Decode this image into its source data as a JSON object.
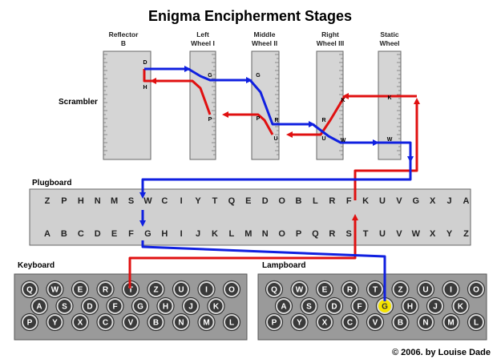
{
  "title": "Enigma Encipherment Stages",
  "wheels": [
    {
      "id": "reflector",
      "line1": "Reflector",
      "line2": "B",
      "pins": [
        "D",
        "H"
      ]
    },
    {
      "id": "left",
      "line1": "Left",
      "line2": "Wheel I",
      "pins": [
        "G",
        "P"
      ]
    },
    {
      "id": "middle",
      "line1": "Middle",
      "line2": "Wheel II",
      "pins": [
        "G",
        "R",
        "P",
        "U"
      ]
    },
    {
      "id": "right",
      "line1": "Right",
      "line2": "Wheel III",
      "pins": [
        "K",
        "R",
        "U",
        "W"
      ]
    },
    {
      "id": "static",
      "line1": "Static",
      "line2": "Wheel",
      "pins": [
        "K",
        "W"
      ]
    }
  ],
  "labels": {
    "scrambler": "Scrambler",
    "plugboard": "Plugboard",
    "keyboard": "Keyboard",
    "lampboard": "Lampboard"
  },
  "plugboard": {
    "top_row": [
      "Z",
      "P",
      "H",
      "N",
      "M",
      "S",
      "W",
      "C",
      "I",
      "Y",
      "T",
      "Q",
      "E",
      "D",
      "O",
      "B",
      "L",
      "R",
      "F",
      "K",
      "U",
      "V",
      "G",
      "X",
      "J",
      "A"
    ],
    "bottom_row": [
      "A",
      "B",
      "C",
      "D",
      "E",
      "F",
      "G",
      "H",
      "I",
      "J",
      "K",
      "L",
      "M",
      "N",
      "O",
      "P",
      "Q",
      "R",
      "S",
      "T",
      "U",
      "V",
      "W",
      "X",
      "Y",
      "Z"
    ]
  },
  "keyboard": {
    "rows": [
      [
        "Q",
        "W",
        "E",
        "R",
        "T",
        "Z",
        "U",
        "I",
        "O"
      ],
      [
        "A",
        "S",
        "D",
        "F",
        "G",
        "H",
        "J",
        "K"
      ],
      [
        "P",
        "Y",
        "X",
        "C",
        "V",
        "B",
        "N",
        "M",
        "L"
      ]
    ],
    "pressed": "T"
  },
  "lampboard": {
    "rows": [
      [
        "Q",
        "W",
        "E",
        "R",
        "T",
        "Z",
        "U",
        "I",
        "O"
      ],
      [
        "A",
        "S",
        "D",
        "F",
        "G",
        "H",
        "J",
        "K"
      ],
      [
        "P",
        "Y",
        "X",
        "C",
        "V",
        "B",
        "N",
        "M",
        "L"
      ]
    ],
    "lit": "G"
  },
  "colors": {
    "forward_path": "#e01010",
    "return_path": "#1020e0",
    "lit_lamp": "#f5e400"
  },
  "copyright": "© 2006. by Louise Dade"
}
